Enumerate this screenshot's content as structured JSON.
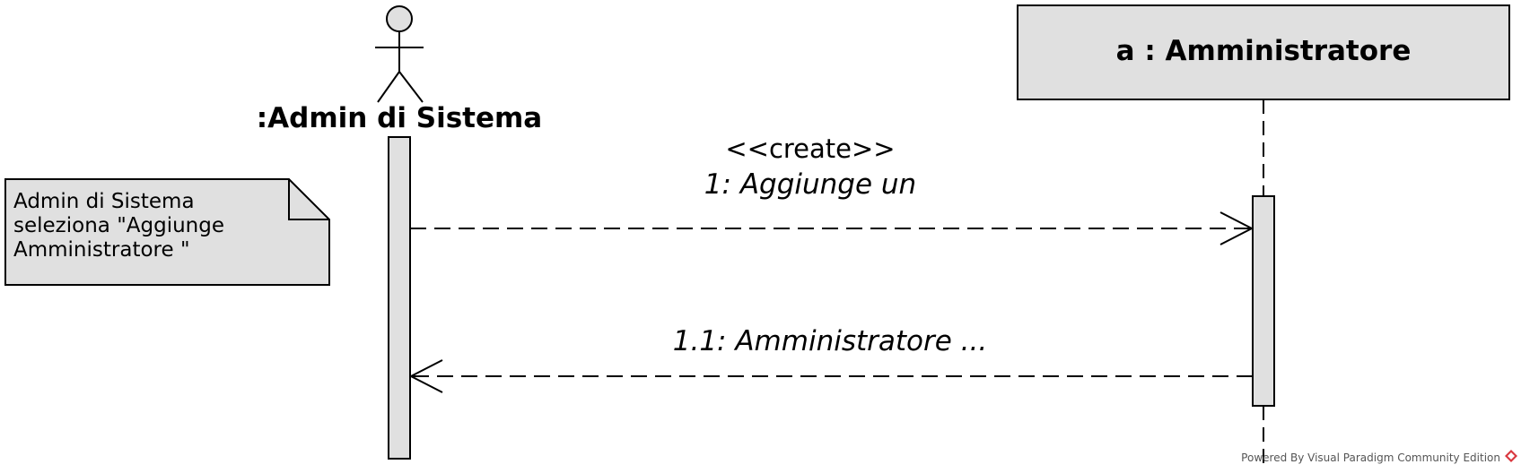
{
  "actor": {
    "label": ":Admin di Sistema"
  },
  "object": {
    "label": "a : Amministratore"
  },
  "note": {
    "lines": [
      "Admin di Sistema",
      "seleziona \"Aggiunge",
      "Amministratore \""
    ]
  },
  "messages": [
    {
      "stereotype": "<<create>>",
      "label": "1: Aggiunge un"
    },
    {
      "label": "1.1:  Amministratore ..."
    }
  ],
  "footer": "Powered By Visual Paradigm Community Edition",
  "colors": {
    "fill": "#e0e0e0",
    "stroke": "#000000",
    "logo": "#d9373e"
  }
}
